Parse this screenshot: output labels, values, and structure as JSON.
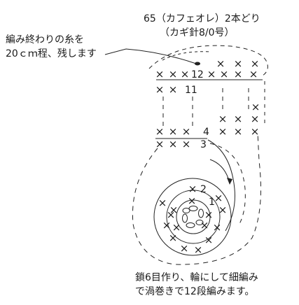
{
  "title": {
    "line1": "65（カフェオレ）2本どり",
    "line2": "（カギ針8/0号）"
  },
  "note_top": {
    "line1": "編み終わりの糸を",
    "line2": "20ｃｍ程、残します"
  },
  "note_bottom": {
    "line1": "鎖6目作り、輪にして細編み",
    "line2": "で渦巻きで12段編みます。"
  },
  "row_labels": [
    "12",
    "11",
    "4",
    "3",
    "2",
    "1"
  ],
  "stitch_symbol": "×"
}
